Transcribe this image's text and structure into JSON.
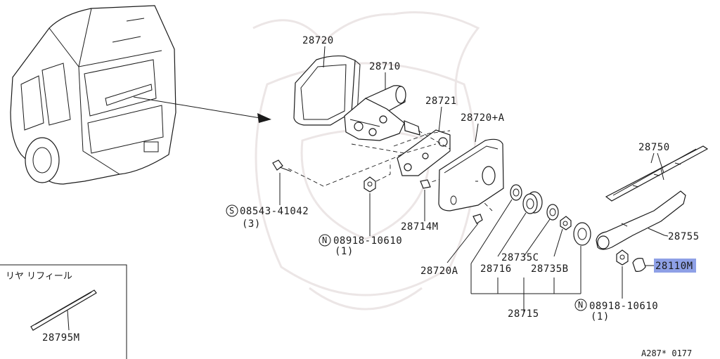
{
  "parts": {
    "p28720": "28720",
    "p28710": "28710",
    "p28721": "28721",
    "p28720A_plus": "28720+A",
    "p28750": "28750",
    "p28755": "28755",
    "p28110M": "28110M",
    "p28714M": "28714M",
    "p28720A": "28720A",
    "p28716": "28716",
    "p28735C": "28735C",
    "p28735B": "28735B",
    "p28715": "28715",
    "p28795M": "28795M"
  },
  "fasteners": {
    "bolt": {
      "prefix": "S",
      "code": "08543-41042",
      "qty": "(3)"
    },
    "nut1": {
      "prefix": "N",
      "code": "08918-10610",
      "qty": "(1)"
    },
    "nut2": {
      "prefix": "N",
      "code": "08918-10610",
      "qty": "(1)"
    }
  },
  "inset": {
    "title": "リヤ リフィール"
  },
  "footer": {
    "code": "A287* 0177"
  },
  "colors": {
    "highlight": "#8ea0e6",
    "ink": "#1a1a1a",
    "watermark": "#ece6e6"
  }
}
